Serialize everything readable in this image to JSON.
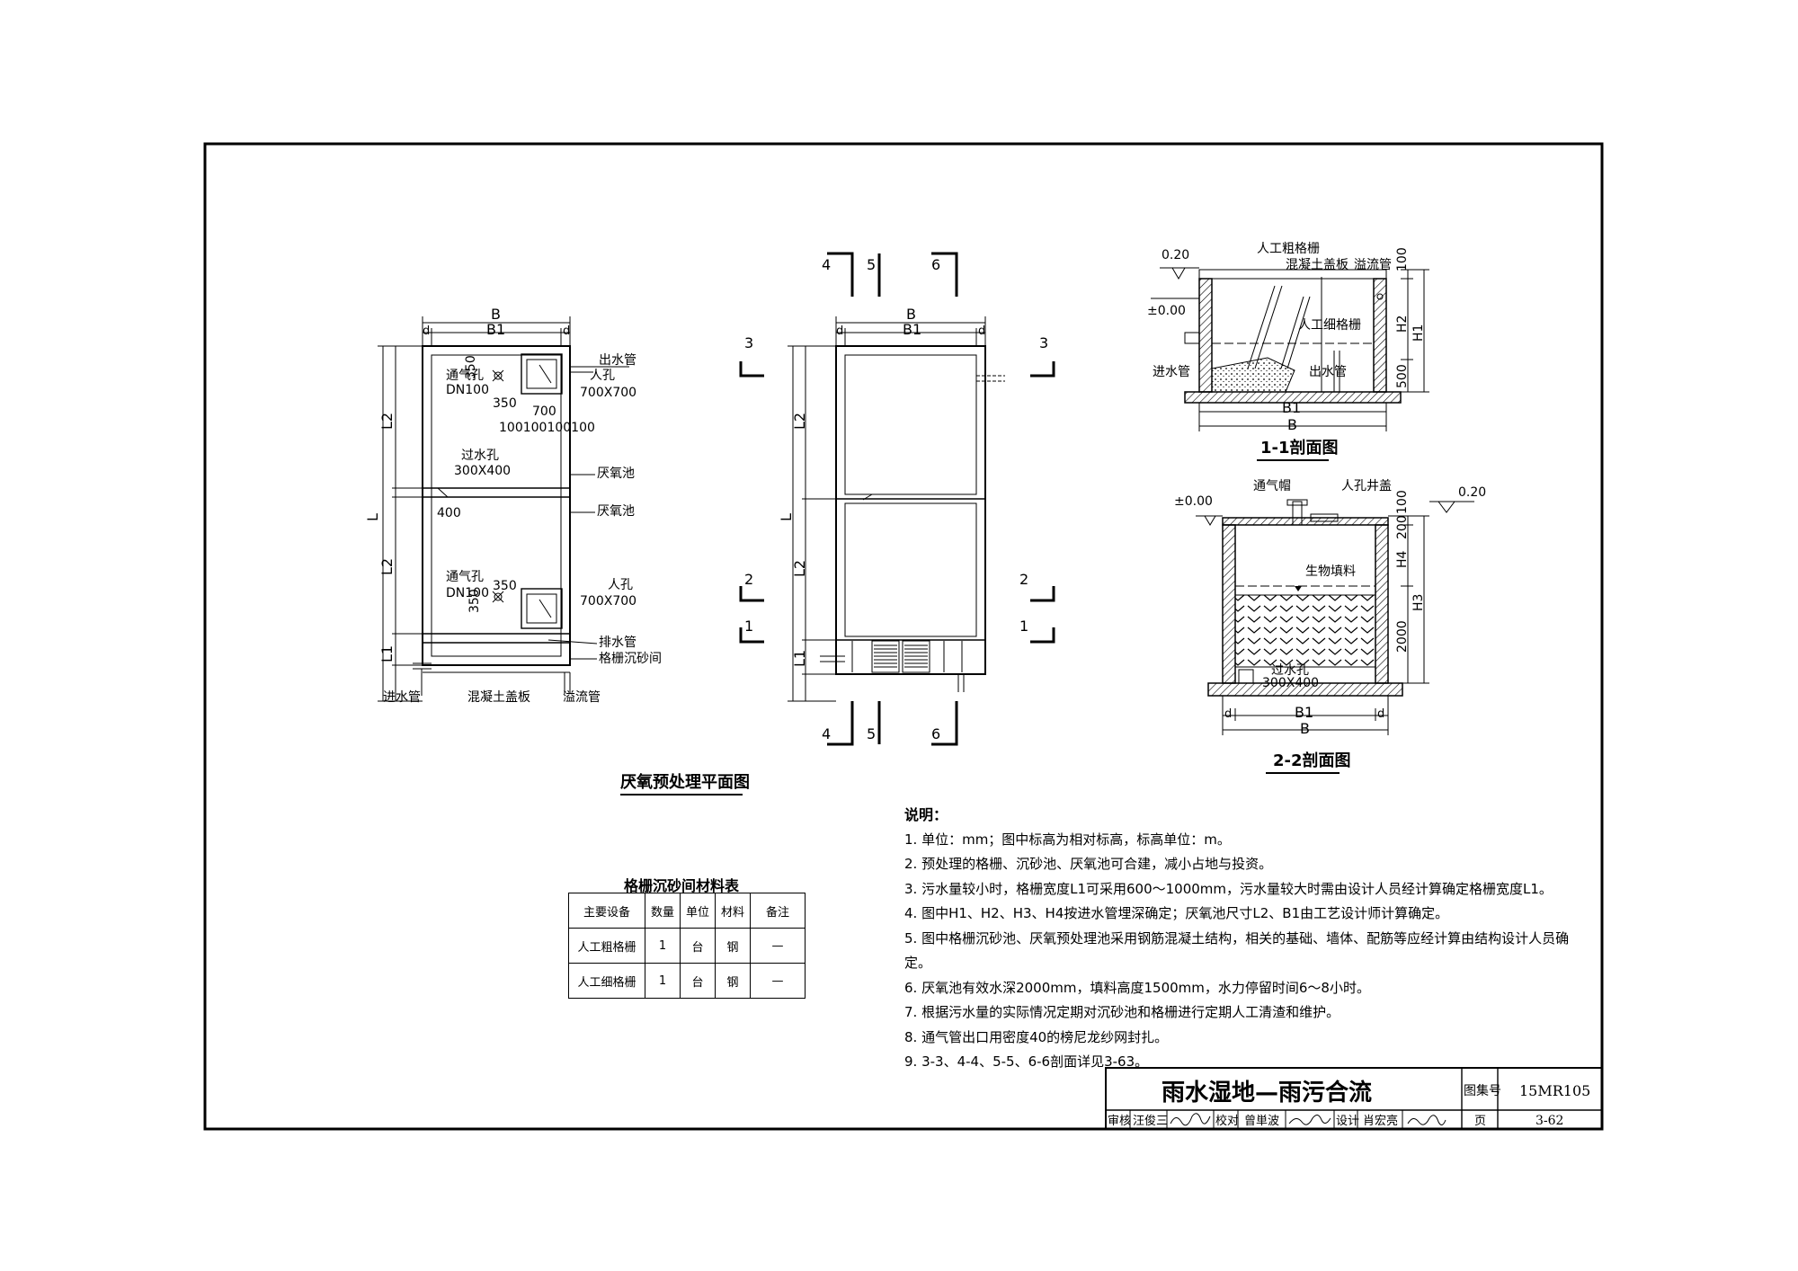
{
  "plan": {
    "title": "厌氧预处理平面图",
    "dim_B": "B",
    "dim_B1": "B1",
    "dim_d": "d",
    "dim_L": "L",
    "dim_L1": "L1",
    "dim_L2": "L2",
    "outlet_pipe": "出水管",
    "manhole": "人孔",
    "manhole_size": "700X700",
    "vent_hole": "通气孔",
    "vent_dn": "DN100",
    "d350": "350",
    "d700": "700",
    "d100s": "100100100100",
    "pass_hole": "过水孔",
    "pass_size": "300X400",
    "anaerobic_tank": "厌氧池",
    "d400": "400",
    "drain_pipe": "排水管",
    "grit_room": "格栅沉砂间",
    "inlet_pipe": "进水管",
    "cover_plate": "混凝土盖板",
    "overflow_pipe": "溢流管"
  },
  "mid": {
    "cut3": "3",
    "cut4": "4",
    "cut5": "5",
    "cut6": "6",
    "cut2": "2",
    "cut1": "1",
    "dim_B": "B",
    "dim_B1": "B1",
    "dim_d": "d",
    "dim_L": "L",
    "dim_L1": "L1",
    "dim_L2": "L2"
  },
  "sec1": {
    "title": "1-1剖面图",
    "elev_020": "0.20",
    "elev_000": "±0.00",
    "coarse_screen": "人工粗格栅",
    "cover_plate": "混凝土盖板",
    "overflow_pipe": "溢流管",
    "fine_screen": "人工细格栅",
    "inlet_pipe": "进水管",
    "outlet_pipe": "出水管",
    "dim_100": "100",
    "dim_H2": "H2",
    "dim_H1": "H1",
    "dim_500": "500",
    "dim_B1": "B1",
    "dim_B": "B"
  },
  "sec2": {
    "title": "2-2剖面图",
    "elev_000": "±0.00",
    "elev_020": "0.20",
    "vent_cap": "通气帽",
    "manhole_cover": "人孔井盖",
    "dim_100": "100",
    "dim_200": "200",
    "bio_filler": "生物填料",
    "pass_hole": "过水孔",
    "pass_size": "300X400",
    "dim_H4": "H4",
    "dim_H3": "H3",
    "dim_2000": "2000",
    "dim_d": "d",
    "dim_B1": "B1",
    "dim_B": "B"
  },
  "material_table": {
    "caption": "格栅沉砂间材料表",
    "headers": [
      "主要设备",
      "数量",
      "单位",
      "材料",
      "备注"
    ],
    "rows": [
      [
        "人工粗格栅",
        "1",
        "台",
        "钢",
        "—"
      ],
      [
        "人工细格栅",
        "1",
        "台",
        "钢",
        "—"
      ]
    ]
  },
  "notes": {
    "heading": "说明：",
    "items": [
      "1. 单位：mm；图中标高为相对标高，标高单位：m。",
      "2. 预处理的格栅、沉砂池、厌氧池可合建，减小占地与投资。",
      "3. 污水量较小时，格栅宽度L1可采用600～1000mm，污水量较大时需由设计人员经计算确定格栅宽度L1。",
      "4. 图中H1、H2、H3、H4按进水管埋深确定；厌氧池尺寸L2、B1由工艺设计师计算确定。",
      "5. 图中格栅沉砂池、厌氧预处理池采用钢筋混凝土结构，相关的基础、墙体、配筋等应经计算由结构设计人员确定。",
      "6. 厌氧池有效水深2000mm，填料高度1500mm，水力停留时间6～8小时。",
      "7. 根据污水量的实际情况定期对沉砂池和格栅进行定期人工清渣和维护。",
      "8. 通气管出口用密度40的榜尼龙纱网封扎。",
      "9. 3-3、4-4、5-5、6-6剖面详见3-63。"
    ]
  },
  "title_block": {
    "drawing_title": "雨水湿地—雨污合流",
    "atlas_label": "图集号",
    "atlas_no": "15MR105",
    "review_label": "审核",
    "reviewer": "汪俊三",
    "check_label": "校对",
    "checker": "曾単波",
    "design_label": "设计",
    "designer": "肖宏亮",
    "page_label": "页",
    "page_no": "3-62"
  }
}
